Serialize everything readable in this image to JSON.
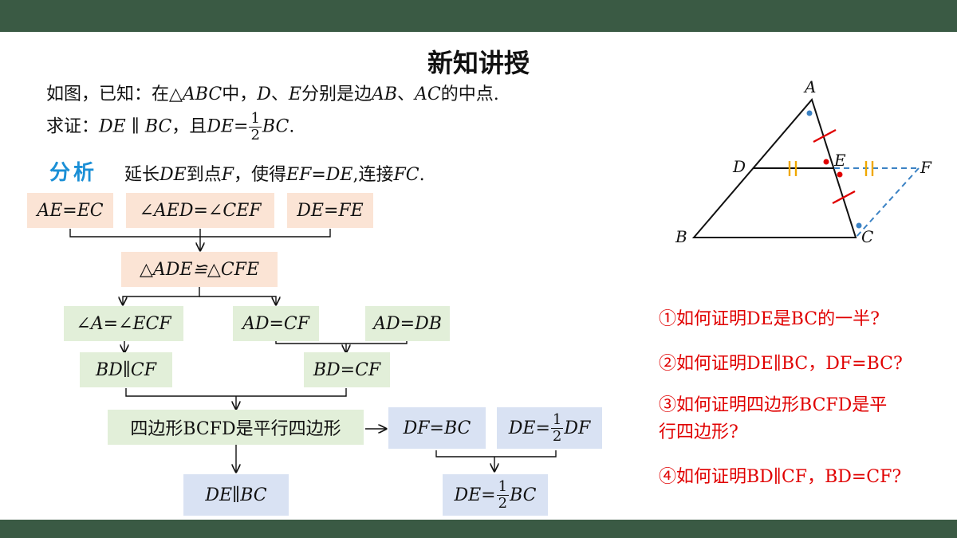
{
  "slide": {
    "title": "新知讲授",
    "given_line": [
      "如图，已知：在△",
      "ABC",
      "中，",
      "D",
      "、",
      "E",
      "分别是边",
      "AB",
      "、",
      "AC",
      "的中点."
    ],
    "prove_line": {
      "prefix": "求证：",
      "p1": "DE",
      "p2": " ∥ ",
      "p3": "BC",
      "p4": "，且",
      "p5": "DE",
      "p6": "=",
      "num": "1",
      "den": "2",
      "p7": "BC",
      "p8": "."
    },
    "analysis": {
      "label": "分析",
      "text": [
        "延长",
        "DE",
        "到点",
        "F",
        "，使得",
        "EF",
        "=",
        "DE",
        ",连接",
        "FC",
        "."
      ]
    }
  },
  "flow": {
    "r1": [
      "AE=EC",
      "∠AED=∠CEF",
      "DE=FE"
    ],
    "congruent": "△ADE≌△CFE",
    "r3": [
      "∠A=∠ECF",
      "AD=CF",
      "AD=DB"
    ],
    "r4": [
      "BD∥CF",
      "BD=CF"
    ],
    "parallelogram": "四边形BCFD是平行四边形",
    "df_bc": "DF=BC",
    "de_df": {
      "left": "DE=",
      "num": "1",
      "den": "2",
      "right": "DF"
    },
    "de_bc_parallel": "DE∥BC",
    "de_bc_half": {
      "left": "DE=",
      "num": "1",
      "den": "2",
      "right": "BC"
    }
  },
  "questions": [
    "①如何证明DE是BC的一半?",
    "②如何证明DE∥BC，DF=BC?",
    "③如何证明四边形BCFD是平",
    "行四边形?",
    "④如何证明BD∥CF，BD=CF?"
  ],
  "figure": {
    "points": [
      "A",
      "B",
      "C",
      "D",
      "E",
      "F"
    ]
  },
  "colors": {
    "bar": "#3a5a44",
    "orange_box": "#fbe4d5",
    "green_box": "#e2efd9",
    "blue_box": "#d9e2f3",
    "analysis": "#1a8fd6",
    "question": "#e00000"
  }
}
